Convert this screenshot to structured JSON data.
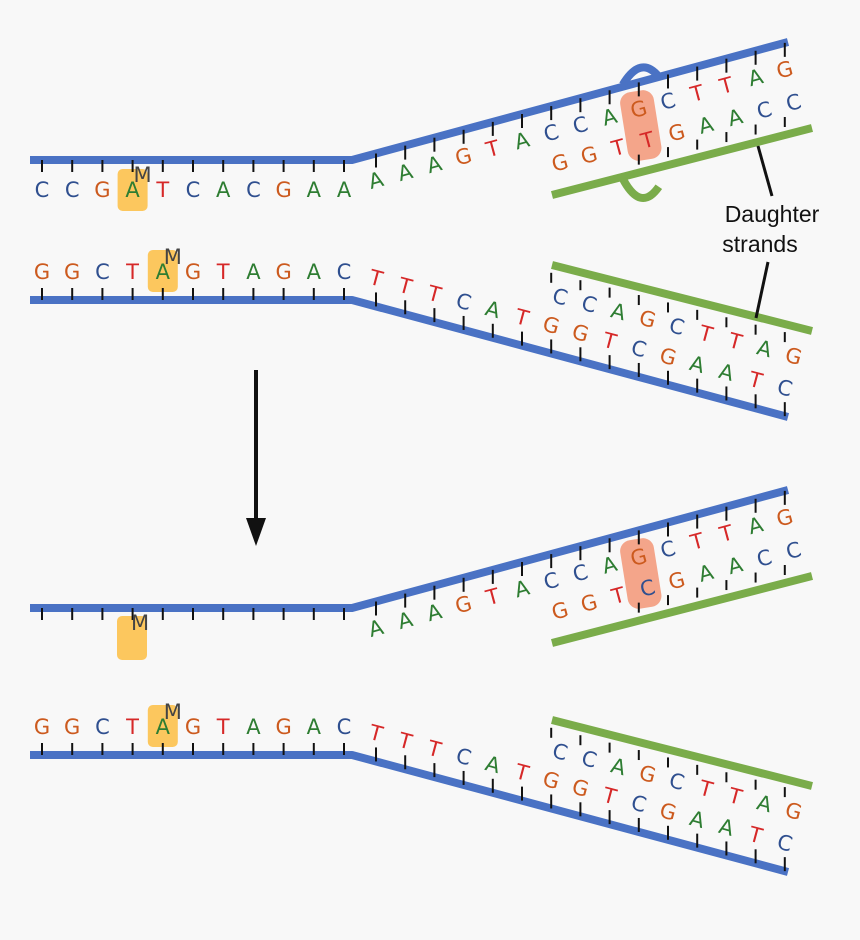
{
  "colors": {
    "A": "#2e7d32",
    "C": "#2f4f8f",
    "G": "#cc5a1e",
    "T": "#d62828",
    "parent_strand": "#4a72c4",
    "daughter_strand": "#7aac4a",
    "methyl_box": "#fcc75e",
    "mismatch_box": "#f4a58a",
    "arrow": "#111111",
    "tick": "#111111"
  },
  "labels": {
    "daughter_strands": [
      "Daughter",
      "strands"
    ],
    "methyl_mark": "M"
  },
  "panels": [
    {
      "name": "before-repair",
      "top_strand_bases": [
        "C",
        "C",
        "G",
        "A",
        "T",
        "C",
        "A",
        "C",
        "G",
        "A",
        "A",
        "A",
        "A",
        "A",
        "G",
        "T",
        "A",
        "C",
        "C",
        "A",
        "G",
        "C",
        "T",
        "T",
        "A",
        "G"
      ],
      "top_daughter_bases": [
        "G",
        "G",
        "T",
        "T",
        "G",
        "A",
        "A",
        "C",
        "C"
      ],
      "bottom_strand_bases": [
        "G",
        "G",
        "C",
        "T",
        "A",
        "G",
        "T",
        "A",
        "G",
        "A",
        "C",
        "T",
        "T",
        "T",
        "C",
        "A",
        "T",
        "G",
        "G",
        "T",
        "C",
        "G",
        "A",
        "A",
        "T",
        "C"
      ],
      "bottom_daughter_bases": [
        "C",
        "C",
        "A",
        "G",
        "C",
        "T",
        "T",
        "A",
        "G"
      ],
      "mismatch_pair": [
        "G",
        "T"
      ]
    },
    {
      "name": "after-repair",
      "top_strand_bases": [
        "A",
        "A",
        "A",
        "G",
        "T",
        "A",
        "C",
        "C",
        "A",
        "G",
        "C",
        "T",
        "T",
        "A",
        "G"
      ],
      "top_daughter_bases": [
        "G",
        "G",
        "T",
        "C",
        "G",
        "A",
        "A",
        "C",
        "C"
      ],
      "bottom_strand_bases": [
        "G",
        "G",
        "C",
        "T",
        "A",
        "G",
        "T",
        "A",
        "G",
        "A",
        "C",
        "T",
        "T",
        "T",
        "C",
        "A",
        "T",
        "G",
        "G",
        "T",
        "C",
        "G",
        "A",
        "A",
        "T",
        "C"
      ],
      "bottom_daughter_bases": [
        "C",
        "C",
        "A",
        "G",
        "C",
        "T",
        "T",
        "A",
        "G"
      ],
      "repaired_pair": [
        "G",
        "C"
      ]
    }
  ]
}
